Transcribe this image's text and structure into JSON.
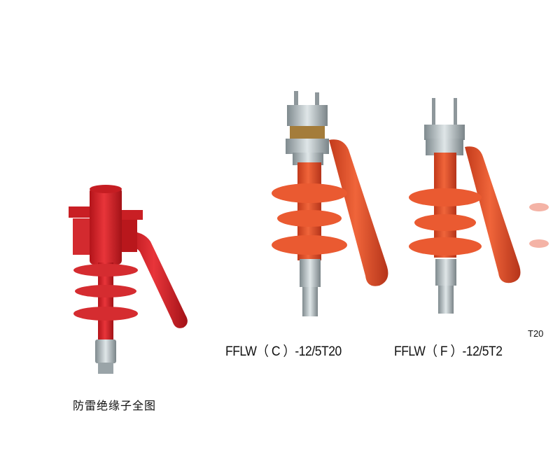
{
  "photo": {
    "description_labels": {
      "left_caption": "防雷绝缘子全图",
      "middle_caption": "FFLW（ C ）-12/5T20",
      "right_caption": "FFLW（ F ）-12/5T2",
      "overflow_fragment": "T20"
    },
    "colors": {
      "red_insulator": "#d8262a",
      "orange_insulator": "#e8532a",
      "metal": "#b9c3c6",
      "background": "#ffffff"
    }
  }
}
